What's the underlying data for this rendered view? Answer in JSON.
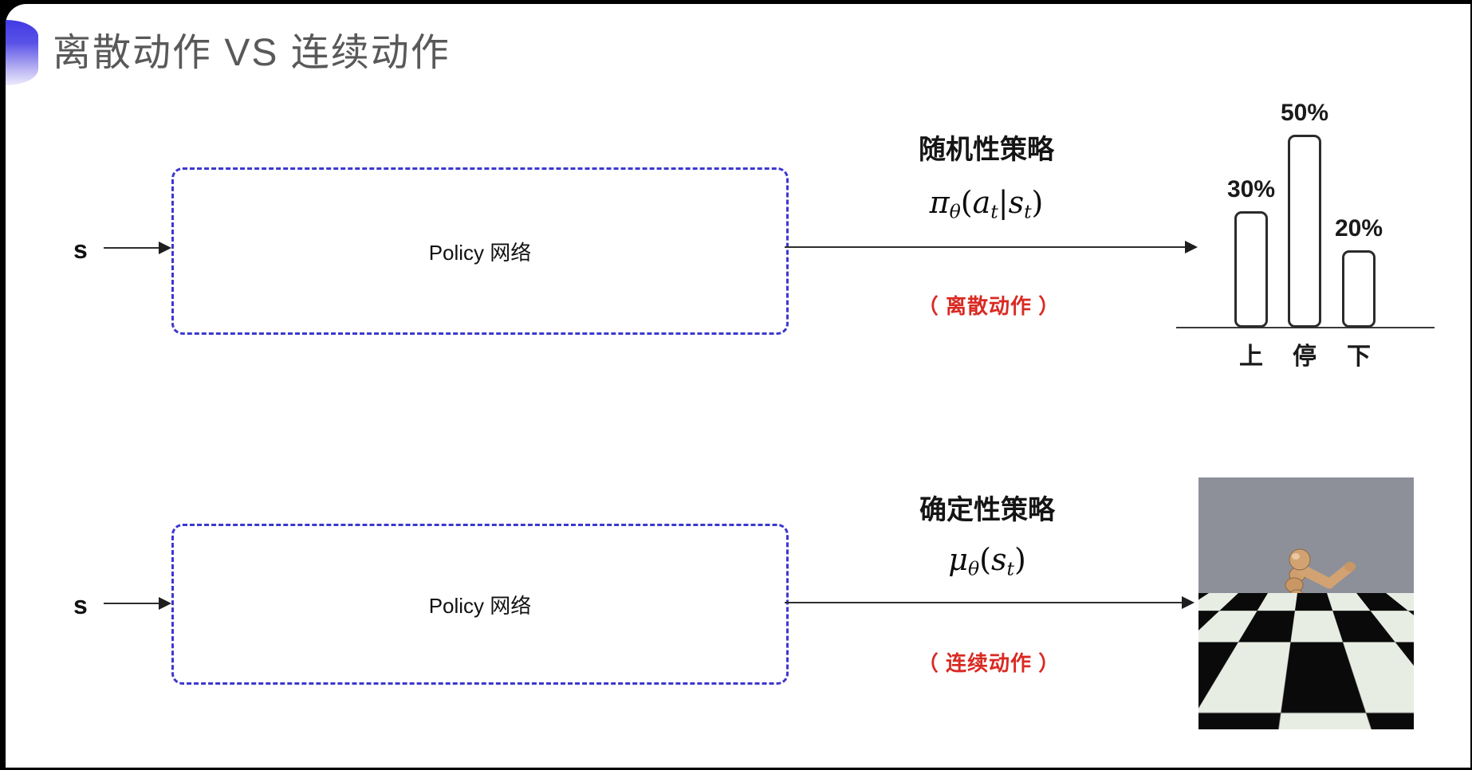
{
  "slide": {
    "title": "离散动作 VS 连续动作"
  },
  "colors": {
    "dashed_box_blue": "#3c38cf",
    "note_red": "#d92a23",
    "title_gray": "#595959",
    "leaf_blue": "#413ae2"
  },
  "rows": {
    "discrete": {
      "input_label": "s",
      "box_label": "Policy 网络",
      "policy_title": "随机性策略",
      "formula_parts": [
        {
          "text": "π"
        },
        {
          "text": "θ"
        },
        {
          "text": "("
        },
        {
          "text": "a"
        },
        {
          "text": "t"
        },
        {
          "text": "|"
        },
        {
          "text": "s"
        },
        {
          "text": "t"
        },
        {
          "text": ")"
        }
      ],
      "action_note": "（ 离散动作 ）"
    },
    "continuous": {
      "input_label": "s",
      "box_label": "Policy 网络",
      "policy_title": "确定性策略",
      "formula_parts": [
        {
          "text": "μ"
        },
        {
          "text": "θ"
        },
        {
          "text": "("
        },
        {
          "text": "s"
        },
        {
          "text": "t"
        },
        {
          "text": ")"
        }
      ],
      "action_note": "（ 连续动作 ）"
    }
  },
  "chart_data": {
    "type": "bar",
    "title": "",
    "categories": [
      "上",
      "停",
      "下"
    ],
    "values": [
      30,
      50,
      20
    ],
    "value_labels": [
      "30%",
      "50%",
      "20%"
    ],
    "ylim": [
      0,
      60
    ],
    "xlabel": "",
    "ylabel": "",
    "grid": false,
    "legend": false,
    "style": "white bars with dark rounded outline above a plain baseline"
  },
  "simulation_image": {
    "name": "mujoco-humanoid-on-checkerboard"
  }
}
